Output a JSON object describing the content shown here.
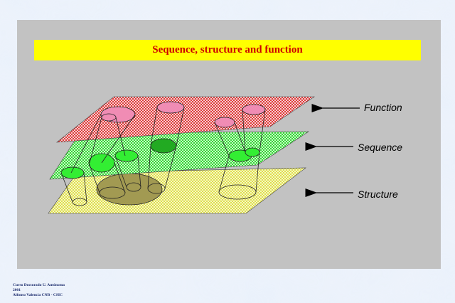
{
  "title": "Sequence, structure and function",
  "layers": {
    "function": "Function",
    "sequence": "Sequence",
    "structure": "Structure"
  },
  "footer": {
    "line1": "Curso Doctorado U. Autónoma",
    "line2": "2001",
    "line3": "Alfonso Valencia CNB - CSIC"
  },
  "colors": {
    "panel": "#c2c2c2",
    "title_bar": "#ffff00",
    "title_text": "#cc0000",
    "function_plane": "#e23a3a",
    "sequence_plane": "#33dd33",
    "structure_plane": "#e8e85a",
    "function_ellipse": "#f08cb4",
    "sequence_ellipse": "#33ee33",
    "structure_blob": "#a29a52"
  }
}
